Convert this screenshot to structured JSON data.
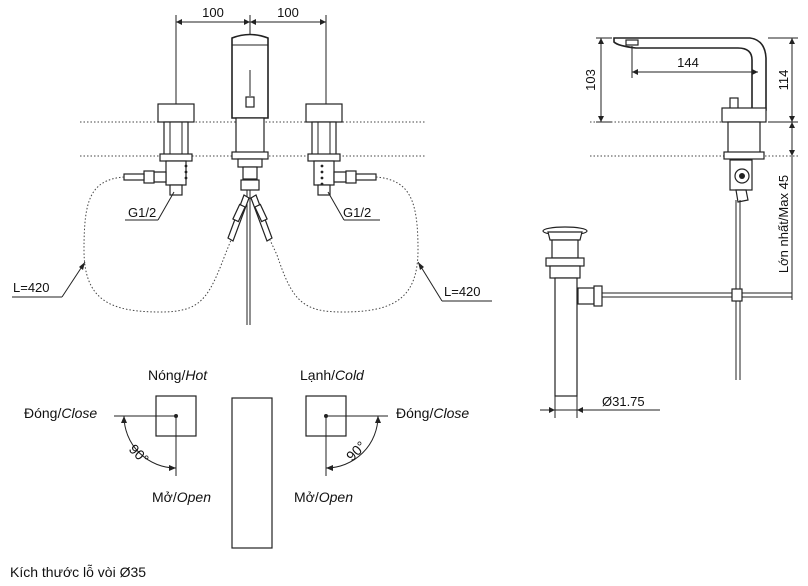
{
  "dims": {
    "left_spacing": "100",
    "right_spacing": "100",
    "spout_height": "103",
    "spout_reach": "144",
    "total_height": "114",
    "max_deck": "Lớn nhất/Max 45",
    "drain_dia": "Ø31.75"
  },
  "connections": {
    "left_thread": "G1/2",
    "right_thread": "G1/2",
    "left_hose": "L=420",
    "right_hose": "L=420"
  },
  "handles": {
    "hot_label_vi": "Nóng/",
    "hot_label_en": "Hot",
    "cold_label_vi": "Lạnh/",
    "cold_label_en": "Cold",
    "close_vi": "Đóng/",
    "close_en": "Close",
    "open_vi": "Mở/",
    "open_en": "Open",
    "angle": "90°"
  },
  "footer": {
    "hole_note": "Kích thước lỗ vòi Ø35"
  }
}
